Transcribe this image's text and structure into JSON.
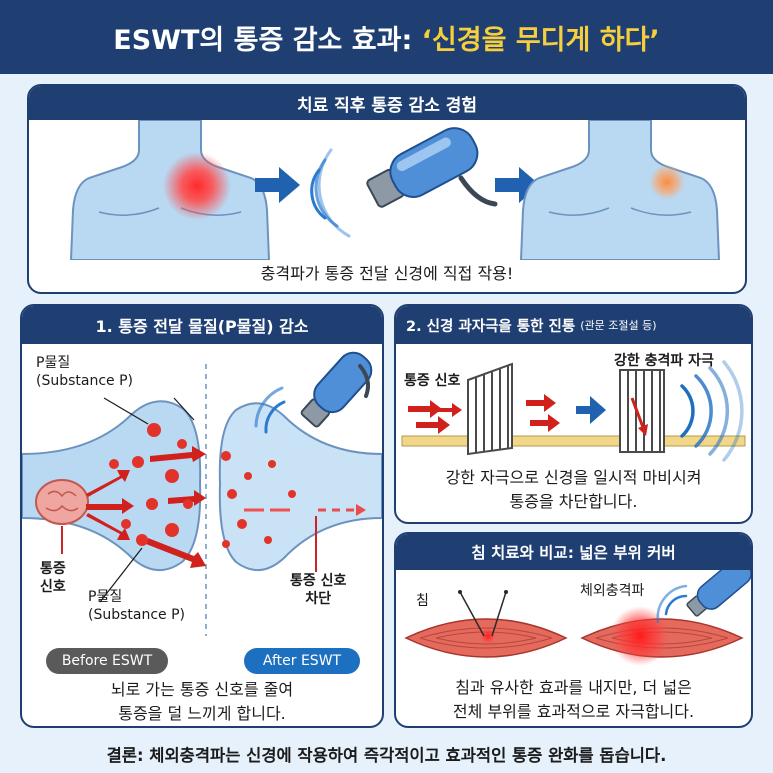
{
  "title": {
    "main": "ESWT의 통증 감소 효과: ",
    "highlight": "‘신경을 무디게 하다’"
  },
  "top_panel": {
    "header": "치료 직후 통증 감소 경험",
    "caption": "충격파가 통증 전달 신경에 직접 작용!"
  },
  "panel1": {
    "header": "1. 통증 전달 물질(P물질) 감소",
    "label_p_top_1": "P물질",
    "label_p_top_2": "(Substance P)",
    "label_p_bottom_1": "P물질",
    "label_p_bottom_2": "(Substance P)",
    "label_pain_signal_1": "통증",
    "label_pain_signal_2": "신호",
    "label_blocked_1": "통증 신호",
    "label_blocked_2": "차단",
    "before": "Before ESWT",
    "after": "After ESWT",
    "caption_1": "뇌로 가는 통증 신호를 줄여",
    "caption_2": "통증을 덜 느끼게 합니다."
  },
  "panel2": {
    "header": "2. 신경 과자극을 통한 진통",
    "header_small": "(관문 조절설 등)",
    "label_pain_signal": "통증 신호",
    "label_strong": "강한 충격파 자극",
    "caption_1": "강한 자극으로 신경을 일시적 마비시켜",
    "caption_2": "통증을 차단합니다."
  },
  "panel3": {
    "header": "침 치료와 비교: 넓은 부위 커버",
    "label_needle": "침",
    "label_eswt": "체외충격파",
    "caption_1": "침과 유사한 효과를 내지만, 더 넓은",
    "caption_2": "전체 부위를 효과적으로 자극합니다."
  },
  "footer": "결론: 체외충격파는 신경에 작용하여 즉각적이고 효과적인 통증 완화를 돕습니다.",
  "colors": {
    "navy": "#1f3f73",
    "highlight": "#f7cf3d",
    "pain_red": "#cc2424",
    "accent_blue": "#1d6fc0"
  }
}
